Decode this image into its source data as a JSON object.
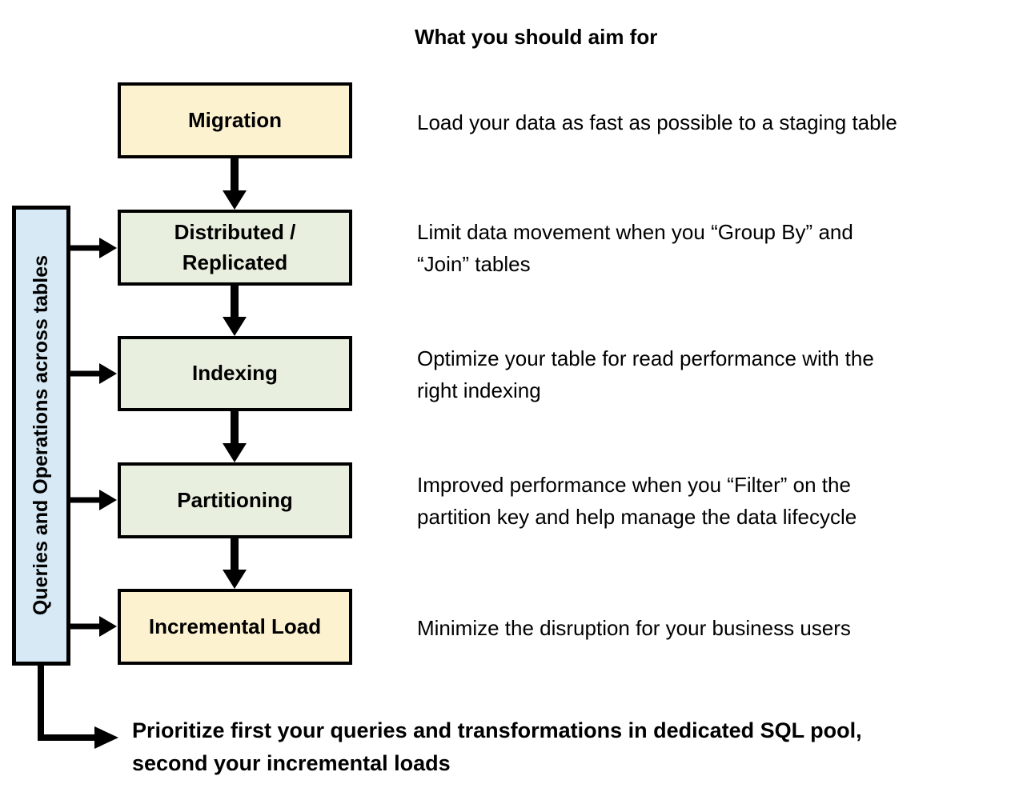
{
  "title": "What you should aim for",
  "sidebar": {
    "label": "Queries and Operations across tables"
  },
  "steps": [
    {
      "label": "Migration",
      "description": "Load your data as fast as possible to a staging table"
    },
    {
      "label": "Distributed /\nReplicated",
      "description": "Limit data movement when you “Group By” and\n“Join” tables"
    },
    {
      "label": "Indexing",
      "description": "Optimize your table for read performance with the\nright indexing"
    },
    {
      "label": "Partitioning",
      "description": "Improved performance when you “Filter” on the\npartition key and help manage the data lifecycle"
    },
    {
      "label": "Incremental Load",
      "description": "Minimize the disruption for your business users"
    }
  ],
  "footer": {
    "note": "Prioritize first your queries and transformations in dedicated SQL pool,\nsecond your incremental loads"
  },
  "colors": {
    "box_yellow": "#FCF2D0",
    "box_green": "#E9EFDF",
    "sidebar_blue": "#D7E9F4",
    "line": "#000000"
  }
}
